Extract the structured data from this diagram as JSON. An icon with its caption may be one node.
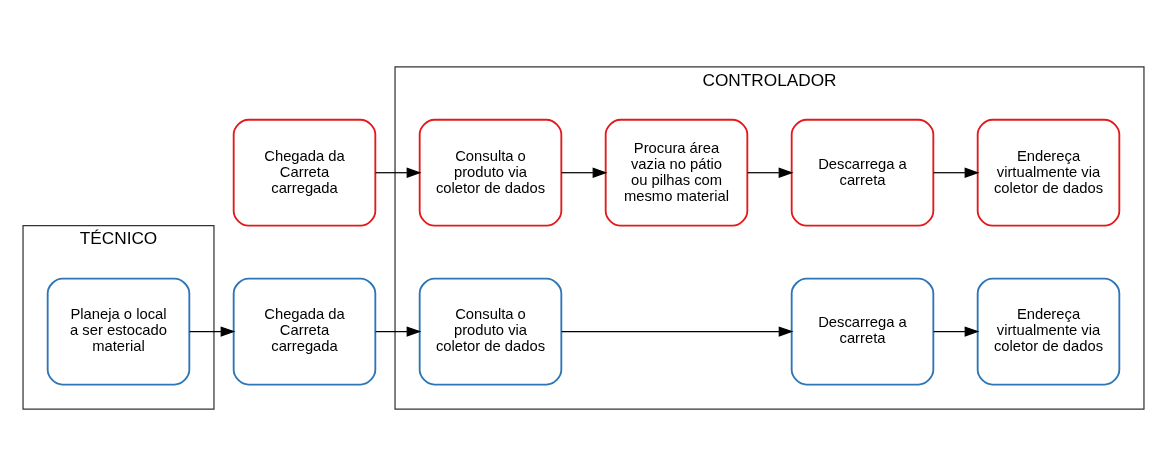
{
  "diagram": {
    "nodes": [
      {
        "text": [
          "TÉCNICO"
        ]
      },
      {
        "text": [
          "CONTROLADOR"
        ]
      },
      {
        "text": [
          "Chegada da Carreta carregada"
        ]
      },
      {
        "text": [
          "Consulta o produto via coletor de dados"
        ],
        "in": 1
      },
      {
        "text": [
          "Procura área vazia no pátio ou pilhas com mesmo material"
        ],
        "in": 1
      },
      {
        "text": [
          "Descarrega a carreta"
        ],
        "in": 1
      },
      {
        "text": [
          "Endereça virtualmente via coletor de dados"
        ],
        "in": 1
      },
      {
        "text": [
          "Planeja o local a ser estocado material"
        ],
        "in": 0
      },
      {
        "text": [
          "Chegada da Carreta carregada"
        ]
      },
      {
        "text": [
          "Consulta o produto via coletor de dados"
        ],
        "in": 1
      },
      {
        "text": [
          "Descarrega a carreta"
        ],
        "in": 1
      },
      {
        "text": [
          "Endereça virtualmente via coletor de dados"
        ],
        "in": 1
      }
    ],
    "edges": [
      {
        "from": 2,
        "to": 3,
        "arrow": "to"
      },
      {
        "from": 3,
        "to": 4,
        "arrow": "to"
      },
      {
        "from": 4,
        "to": 5,
        "arrow": "to"
      },
      {
        "from": 5,
        "to": 6,
        "arrow": "to"
      },
      {
        "from": 7,
        "to": 8,
        "arrow": "to"
      },
      {
        "from": 8,
        "to": 9,
        "arrow": "to"
      },
      {
        "from": 9,
        "to": 10,
        "arrow": "to"
      },
      {
        "from": 10,
        "to": 11,
        "arrow": "to"
      }
    ]
  }
}
